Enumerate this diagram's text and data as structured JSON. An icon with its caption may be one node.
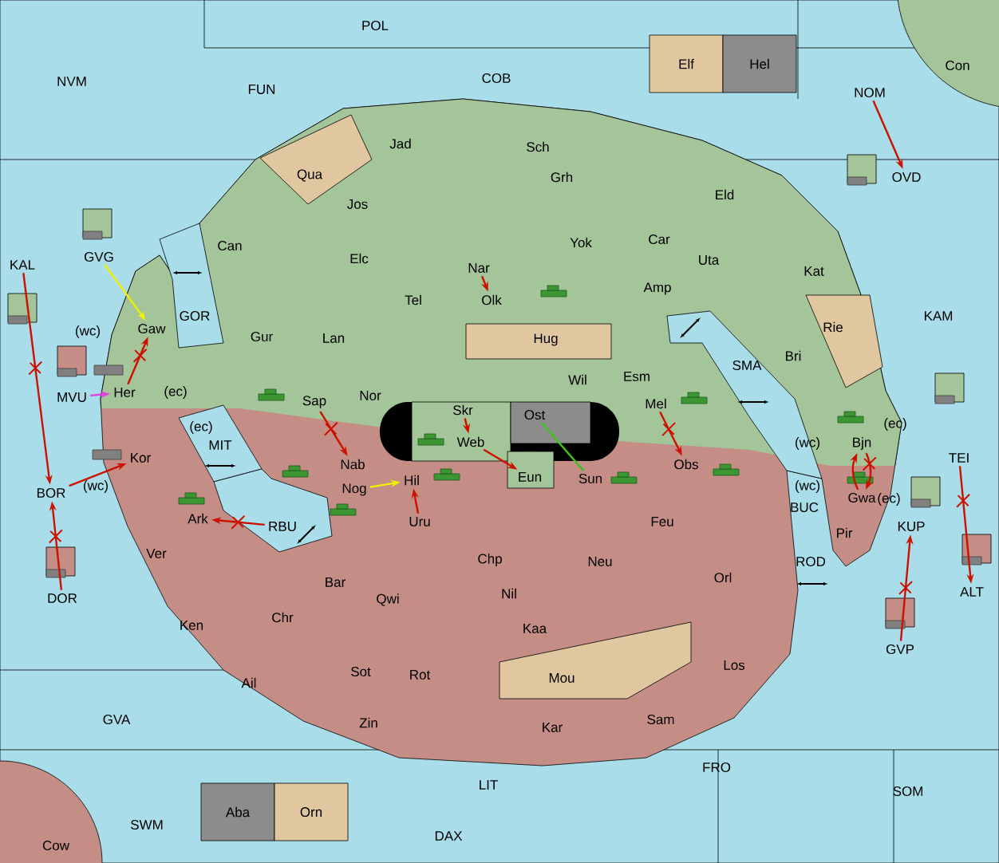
{
  "diagram": {
    "nodes": [
      {
        "text": [
          "POL"
        ]
      },
      {
        "text": [
          "NVM"
        ]
      },
      {
        "text": [
          "FUN"
        ]
      },
      {
        "text": [
          "COB"
        ]
      },
      {
        "text": [
          "Elf"
        ]
      },
      {
        "text": [
          "Hel"
        ]
      },
      {
        "text": [
          "NOM"
        ]
      },
      {
        "text": [
          "Con"
        ]
      },
      {
        "text": [
          "OVD"
        ]
      },
      {
        "text": [
          "Jad"
        ]
      },
      {
        "text": [
          "Sch"
        ]
      },
      {
        "text": [
          "Qua"
        ]
      },
      {
        "text": [
          "Jos"
        ]
      },
      {
        "text": [
          "Grh"
        ]
      },
      {
        "text": [
          "Eld"
        ]
      },
      {
        "text": [
          "Can"
        ]
      },
      {
        "text": [
          "Elc"
        ]
      },
      {
        "text": [
          "Yok"
        ]
      },
      {
        "text": [
          "Car"
        ]
      },
      {
        "text": [
          "Uta"
        ]
      },
      {
        "text": [
          "Kat"
        ]
      },
      {
        "text": [
          "KAL"
        ]
      },
      {
        "text": [
          "GVG"
        ]
      },
      {
        "text": [
          "Nar"
        ]
      },
      {
        "text": [
          "Tel"
        ]
      },
      {
        "text": [
          "Olk"
        ]
      },
      {
        "text": [
          "Amp"
        ]
      },
      {
        "text": [
          "GOR"
        ]
      },
      {
        "text": [
          "KAM"
        ]
      },
      {
        "text": [
          "Rie"
        ]
      },
      {
        "text": [
          "Gaw"
        ]
      },
      {
        "text": [
          "Gur"
        ]
      },
      {
        "text": [
          "Lan"
        ]
      },
      {
        "text": [
          "Hug"
        ]
      },
      {
        "text": [
          "Esm"
        ]
      },
      {
        "text": [
          "Wil"
        ]
      },
      {
        "text": [
          "SMA"
        ]
      },
      {
        "text": [
          "Bri"
        ]
      },
      {
        "text": [
          "MVU"
        ]
      },
      {
        "text": [
          "Her"
        ]
      },
      {
        "text": [
          "Nor"
        ]
      },
      {
        "text": [
          "Sap"
        ]
      },
      {
        "text": [
          "Skr"
        ]
      },
      {
        "text": [
          "Ost"
        ]
      },
      {
        "text": [
          "Mel"
        ]
      },
      {
        "text": [
          "TEI"
        ]
      },
      {
        "text": [
          "Web"
        ]
      },
      {
        "text": [
          "Kor"
        ]
      },
      {
        "text": [
          "MIT"
        ]
      },
      {
        "text": [
          "Nab"
        ]
      },
      {
        "text": [
          "Obs"
        ]
      },
      {
        "text": [
          "Bjn"
        ]
      },
      {
        "text": [
          "BOR"
        ]
      },
      {
        "text": [
          "Eun"
        ]
      },
      {
        "text": [
          "Sun"
        ]
      },
      {
        "text": [
          "BUC"
        ]
      },
      {
        "text": [
          "Gwa"
        ]
      },
      {
        "text": [
          "Ark"
        ]
      },
      {
        "text": [
          "RBU"
        ]
      },
      {
        "text": [
          "Nog"
        ]
      },
      {
        "text": [
          "Hil"
        ]
      },
      {
        "text": [
          "Uru"
        ]
      },
      {
        "text": [
          "KUP"
        ]
      },
      {
        "text": [
          "Pir"
        ]
      },
      {
        "text": [
          "Feu"
        ]
      },
      {
        "text": [
          "Ver"
        ]
      },
      {
        "text": [
          "Chr"
        ]
      },
      {
        "text": [
          "Bar"
        ]
      },
      {
        "text": [
          "Qwi"
        ]
      },
      {
        "text": [
          "Chp"
        ]
      },
      {
        "text": [
          "Neu"
        ]
      },
      {
        "text": [
          "Orl"
        ]
      },
      {
        "text": [
          "ROD"
        ]
      },
      {
        "text": [
          "ALT"
        ]
      },
      {
        "text": [
          "DOR"
        ]
      },
      {
        "text": [
          "Nil"
        ]
      },
      {
        "text": [
          "Ken"
        ]
      },
      {
        "text": [
          "Kaa"
        ]
      },
      {
        "text": [
          "GVP"
        ]
      },
      {
        "text": [
          "Ail"
        ]
      },
      {
        "text": [
          "Sot"
        ]
      },
      {
        "text": [
          "Rot"
        ]
      },
      {
        "text": [
          "Mou"
        ]
      },
      {
        "text": [
          "Los"
        ]
      },
      {
        "text": [
          "Sam"
        ]
      },
      {
        "text": [
          "Zin"
        ]
      },
      {
        "text": [
          "Kar"
        ]
      },
      {
        "text": [
          "GVA"
        ]
      },
      {
        "text": [
          "FRO"
        ]
      },
      {
        "text": [
          "SOM"
        ]
      },
      {
        "text": [
          "LIT"
        ]
      },
      {
        "text": [
          "Aba"
        ]
      },
      {
        "text": [
          "Orn"
        ]
      },
      {
        "text": [
          "SWM"
        ]
      },
      {
        "text": [
          "DAX"
        ]
      },
      {
        "text": [
          "Cow"
        ]
      }
    ],
    "edges": [
      {
        "from": 6,
        "to": 8,
        "arrow": "to"
      },
      {
        "from": 22,
        "to": 30,
        "arrow": "to",
        "color": "#f0f000"
      },
      {
        "from": 39,
        "to": 30,
        "arrow": "to"
      },
      {
        "from": 38,
        "to": 39,
        "arrow": "to",
        "color": "#e040e0"
      },
      {
        "from": 21,
        "to": 52,
        "arrow": "to"
      },
      {
        "from": 74,
        "to": 52,
        "arrow": "to"
      },
      {
        "from": 52,
        "to": 47,
        "arrow": "to"
      },
      {
        "from": 41,
        "to": 49,
        "arrow": "to"
      },
      {
        "from": 58,
        "to": 57,
        "arrow": "to"
      },
      {
        "from": 59,
        "to": 60,
        "arrow": "to",
        "color": "#f0f000"
      },
      {
        "from": 61,
        "to": 60,
        "arrow": "to"
      },
      {
        "from": 42,
        "to": 46,
        "arrow": "to"
      },
      {
        "from": 46,
        "to": 53,
        "arrow": "to"
      },
      {
        "from": 23,
        "to": 25,
        "arrow": "to"
      },
      {
        "from": 43,
        "to": 54,
        "arrow": "none",
        "color": "#40c020"
      },
      {
        "from": 44,
        "to": 50,
        "arrow": "to"
      },
      {
        "from": 51,
        "to": 56,
        "arrow": "to"
      },
      {
        "from": 56,
        "to": 51,
        "arrow": "to"
      },
      {
        "from": 45,
        "to": 73,
        "arrow": "to"
      },
      {
        "from": 78,
        "to": 62,
        "arrow": "to"
      }
    ],
    "labels": [
      "(wc)",
      "(ec)",
      "(ec)",
      "(ec)",
      "(wc)",
      "(wc)",
      "(wc)",
      "(ec)"
    ]
  }
}
